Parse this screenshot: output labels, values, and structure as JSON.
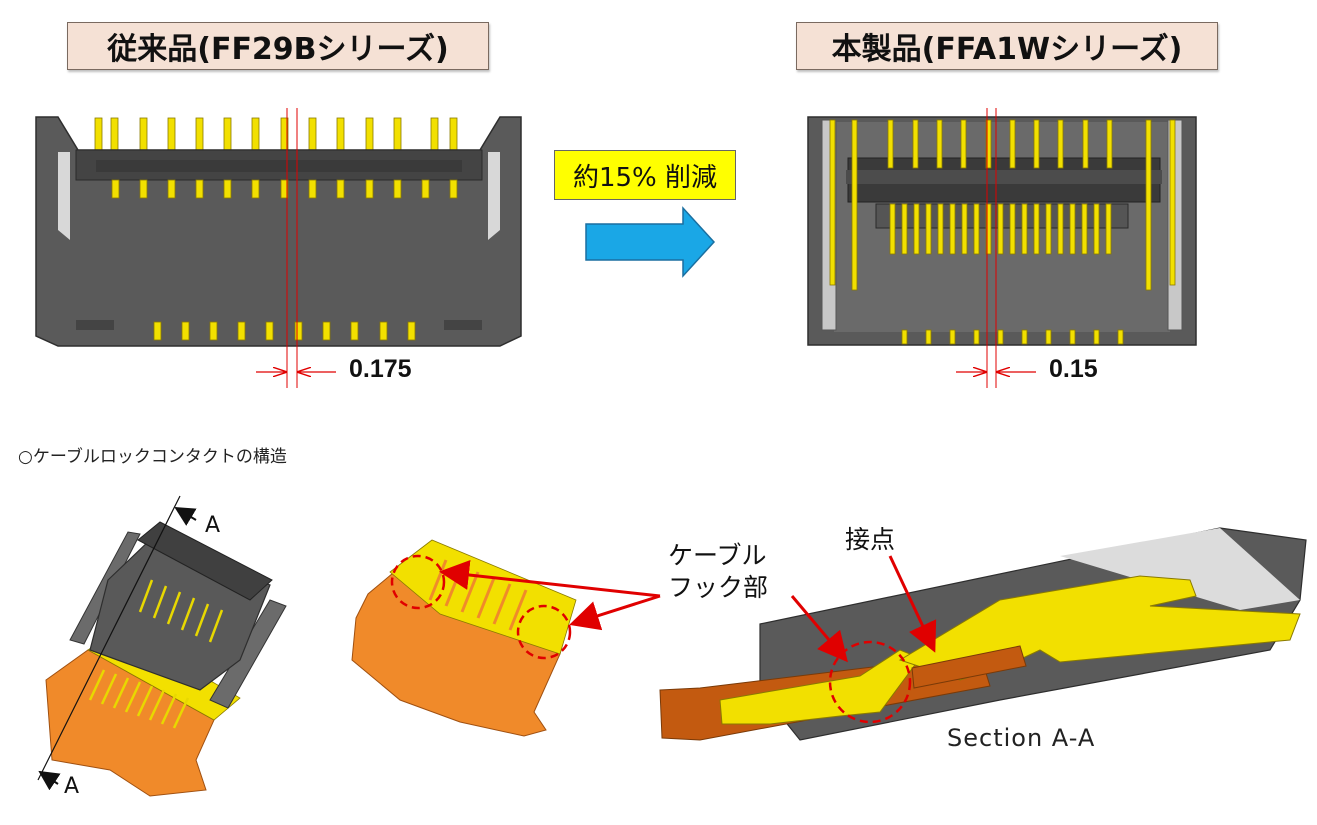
{
  "titles": {
    "conventional": "従来品(FF29Bシリーズ)",
    "new_product": "本製品(FFA1Wシリーズ)"
  },
  "reduction_label": "約15% 削減",
  "dimensions": {
    "conventional": "0.175",
    "new_product": "0.15"
  },
  "section_heading": "○ケーブルロックコンタクトの構造",
  "callouts": {
    "cable_hook_line1": "ケーブル",
    "cable_hook_line2": "フック部",
    "contact": "接点"
  },
  "section_label": "Section A-A",
  "section_marks": {
    "top": "A",
    "bottom": "A"
  },
  "colors": {
    "title_bg": "#f5e1d5",
    "reduction_bg": "#ffff00",
    "arrow": "#1aa7e6",
    "housing": "#555555",
    "contact": "#f2e000",
    "cable": "#f08a2a",
    "leader": "#e00000"
  }
}
